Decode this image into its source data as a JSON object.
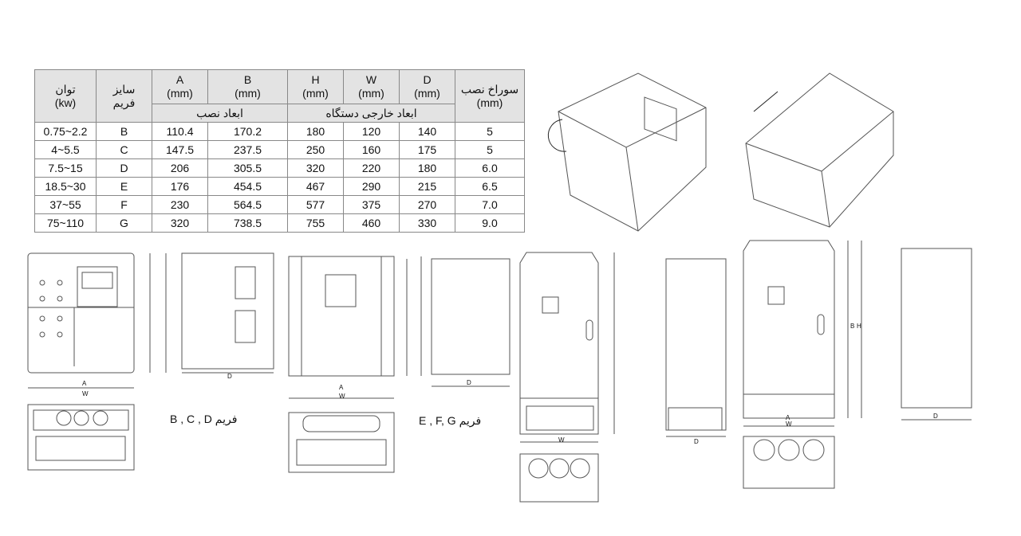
{
  "table": {
    "headers": {
      "power": "توان",
      "power_unit": "(kw)",
      "frame": "سایز",
      "frame2": "فریم",
      "A": "A",
      "B": "B",
      "H": "H",
      "W": "W",
      "D": "D",
      "mm": "(mm)",
      "hole": "سوراخ نصب",
      "hole_unit": "(mm)",
      "mount": "ابعاد  نصب",
      "outer": "ابعاد خارجی دستگاه"
    },
    "rows": [
      [
        "0.75~2.2",
        "B",
        "110.4",
        "170.2",
        "180",
        "120",
        "140",
        "5"
      ],
      [
        "4~5.5",
        "C",
        "147.5",
        "237.5",
        "250",
        "160",
        "175",
        "5"
      ],
      [
        "7.5~15",
        "D",
        "206",
        "305.5",
        "320",
        "220",
        "180",
        "6.0"
      ],
      [
        "18.5~30",
        "E",
        "176",
        "454.5",
        "467",
        "290",
        "215",
        "6.5"
      ],
      [
        "37~55",
        "F",
        "230",
        "564.5",
        "577",
        "375",
        "270",
        "7.0"
      ],
      [
        "75~110",
        "G",
        "320",
        "738.5",
        "755",
        "460",
        "330",
        "9.0"
      ]
    ]
  },
  "captions": {
    "small": "B , C , D فریم",
    "large": "E , F, G فریم"
  },
  "dims": {
    "A": "A",
    "B": "B",
    "H": "H",
    "W": "W",
    "D": "D"
  }
}
